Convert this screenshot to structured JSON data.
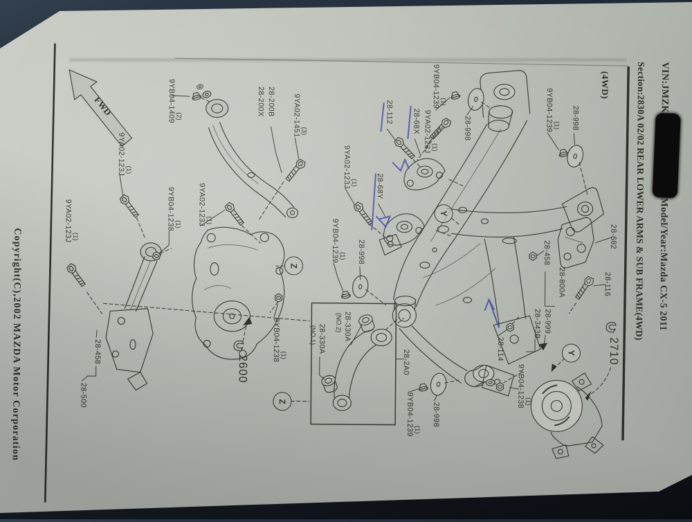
{
  "photo": {
    "surface_color": "#1b242e",
    "paper_color": "#bdc1b9",
    "ink_color": "#3a3d33",
    "pen_color": "#4549a4"
  },
  "header": {
    "vin_label": "VIN:JMZKE89",
    "model_label": "Model/Year:Mazda CX-5 2011",
    "section_label": "Section:2830A 02/02 REAR LOWER ARMS & SUB FRAME(4WD)"
  },
  "footer": {
    "copyright": "Copyright(C),2002 MAZDA Motor Corporation"
  },
  "page": {
    "drive_type": "(4WD)",
    "direction_arrow": "FWD"
  },
  "callouts": {
    "y": "Y",
    "z": "Z"
  },
  "parts": [
    {
      "id": "l1",
      "text": "9YB04-1239",
      "qty": "(1)"
    },
    {
      "id": "l2",
      "text": "28-998"
    },
    {
      "id": "l3",
      "text": "28-112"
    },
    {
      "id": "l4",
      "text": "28-68X"
    },
    {
      "id": "l5",
      "text": "9YA02-123J",
      "qty": "(1)"
    },
    {
      "id": "l6",
      "text": "28-68Y"
    },
    {
      "id": "l7",
      "text": "9YA02-123J",
      "qty": "(1)"
    },
    {
      "id": "l8",
      "text": "9YB04-1239",
      "qty": "(1)"
    },
    {
      "id": "l9",
      "text": "28-998"
    },
    {
      "id": "l10",
      "text": "9YB04-1409",
      "qty": "(2)"
    },
    {
      "id": "l11",
      "text": "28-200B"
    },
    {
      "id": "l12",
      "text": "28-200X"
    },
    {
      "id": "l13",
      "text": "9YA02-1451",
      "qty": "(3)"
    },
    {
      "id": "l14",
      "text": "9YA02-123J",
      "qty": "(1)"
    },
    {
      "id": "l15",
      "text": "9YB04-1238",
      "qty": "(1)"
    },
    {
      "id": "l16",
      "text": "9YA02-123J",
      "qty": "(1)"
    },
    {
      "id": "l17",
      "text": "9YA02-123J",
      "qty": "(1)"
    },
    {
      "id": "l18",
      "text": "9YB04-1239",
      "qty": "(1)"
    },
    {
      "id": "l19",
      "text": "28-998"
    },
    {
      "id": "l20",
      "text": "28-458"
    },
    {
      "id": "l21",
      "text": "28-500"
    },
    {
      "id": "l22",
      "text": "9YB04-1238",
      "qty": "(1)"
    },
    {
      "id": "l23",
      "text": "2600",
      "big": true
    },
    {
      "id": "l24",
      "text": "28-330A",
      "qty": "(NO.2)"
    },
    {
      "id": "l25",
      "text": "28-330A",
      "qty": "(NO.1)"
    },
    {
      "id": "l26",
      "text": "28-2A0"
    },
    {
      "id": "l27",
      "text": "9YB04-1239",
      "qty": "(1)"
    },
    {
      "id": "l28",
      "text": "28-998"
    },
    {
      "id": "l29",
      "text": "28-682"
    },
    {
      "id": "l30",
      "text": "28-116"
    },
    {
      "id": "l31",
      "text": "28-458"
    },
    {
      "id": "l32",
      "text": "28-800A"
    },
    {
      "id": "l33",
      "text": "28-999"
    },
    {
      "id": "l34",
      "text": "28-343B"
    },
    {
      "id": "l35",
      "text": "28-114"
    },
    {
      "id": "l36",
      "text": "2710",
      "big": true
    },
    {
      "id": "l37",
      "text": "9YB04-1238",
      "qty": "(1)"
    }
  ]
}
